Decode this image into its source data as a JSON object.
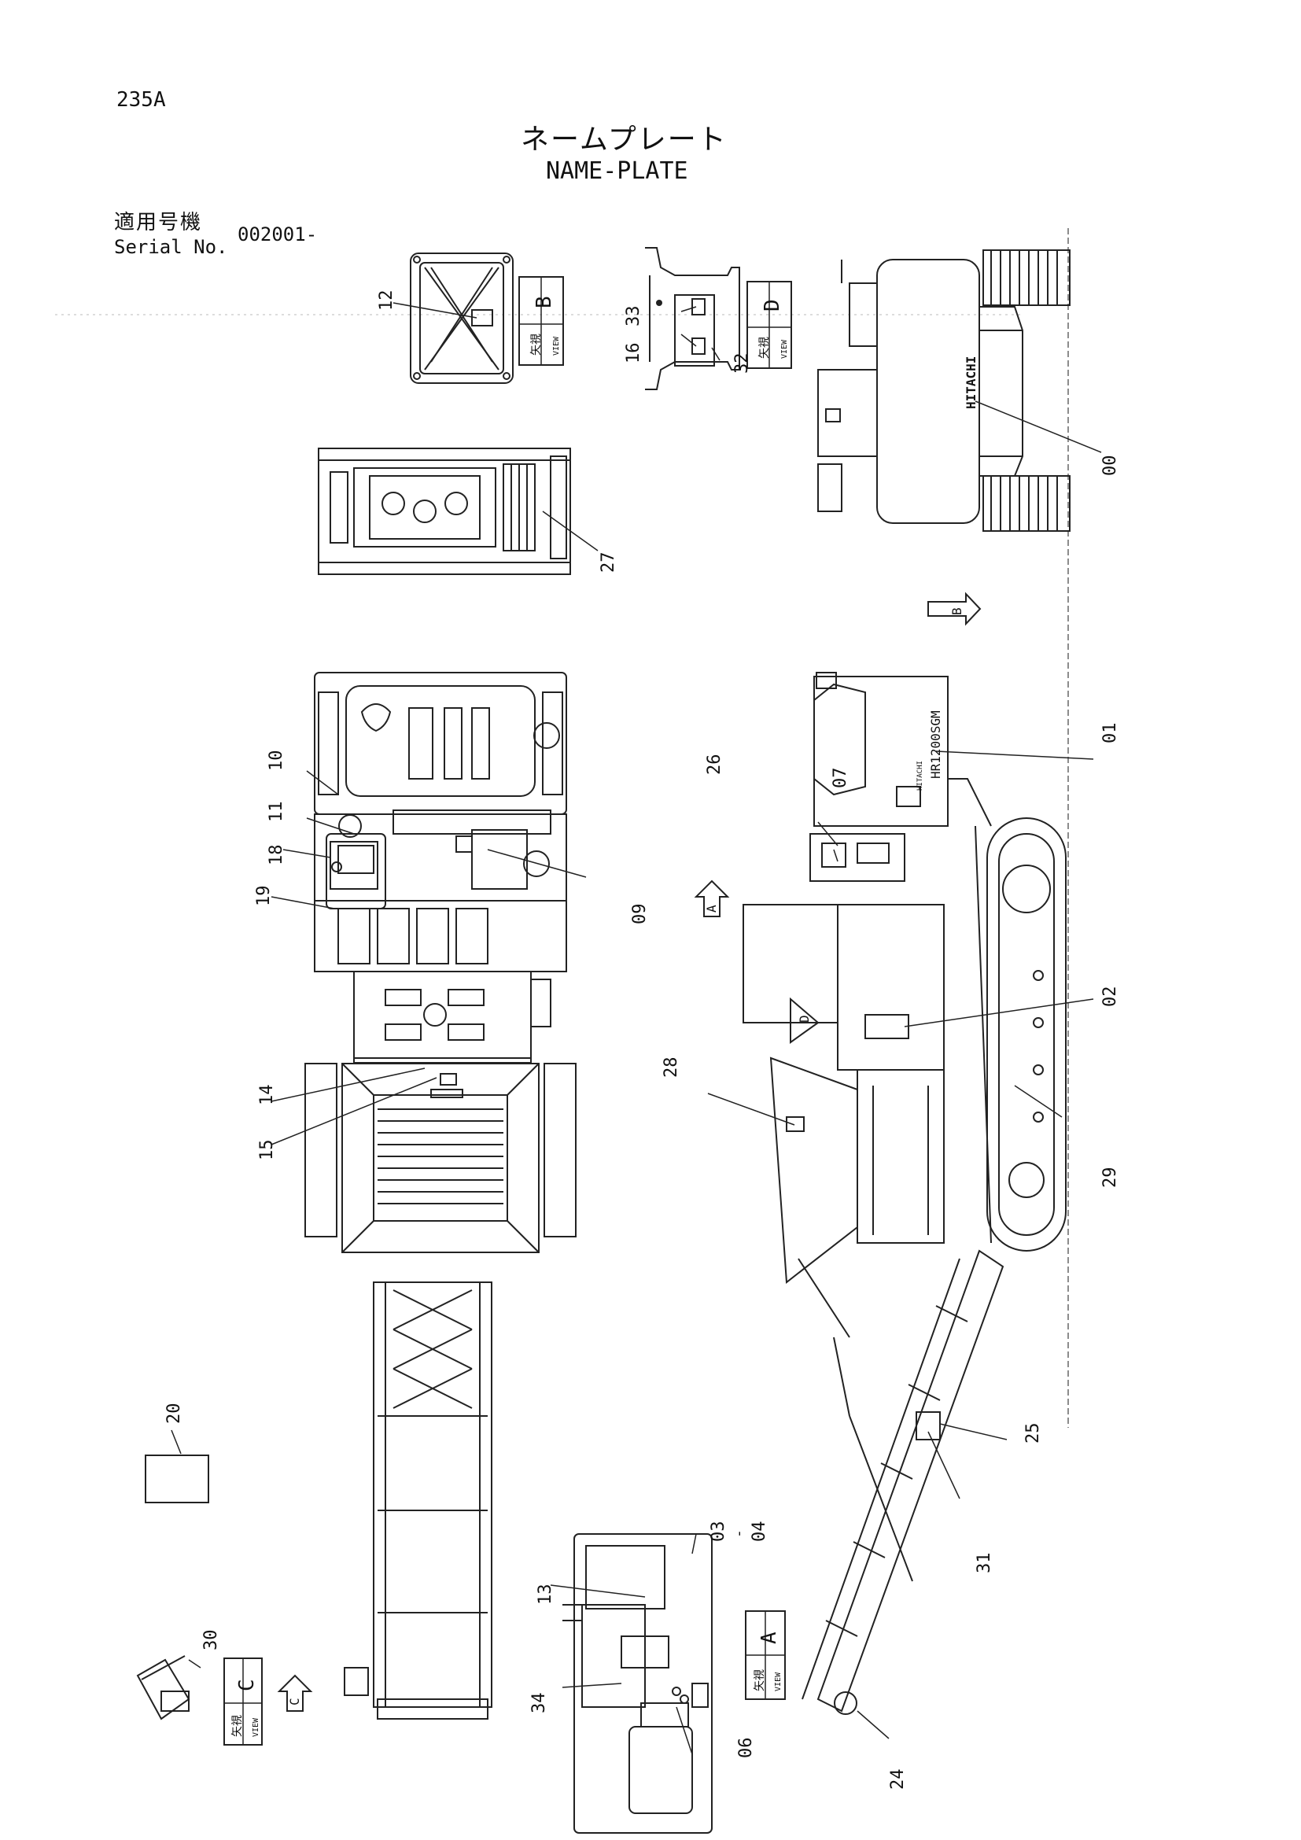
{
  "document": {
    "page_number": "235A",
    "title_jp": "ネームプレート",
    "title_en": "NAME-PLATE",
    "serial_label_jp": "適用号機",
    "serial_label_en": "Serial No.",
    "serial_value": "002001-"
  },
  "callouts": [
    "00",
    "01",
    "02",
    "03",
    "04",
    "06",
    "07",
    "09",
    "10",
    "11",
    "12",
    "13",
    "14",
    "15",
    "16",
    "18",
    "19",
    "20",
    "24",
    "25",
    "26",
    "27",
    "28",
    "29",
    "30",
    "31",
    "32",
    "33",
    "34"
  ],
  "view_labels": {
    "kanji": "矢視",
    "small": "VIEW",
    "A": "A",
    "B": "B",
    "C": "C",
    "D": "D"
  },
  "machine_text": {
    "brand": "HITACHI",
    "model": "HR1200SGM",
    "brand_small": "HITACHI"
  }
}
